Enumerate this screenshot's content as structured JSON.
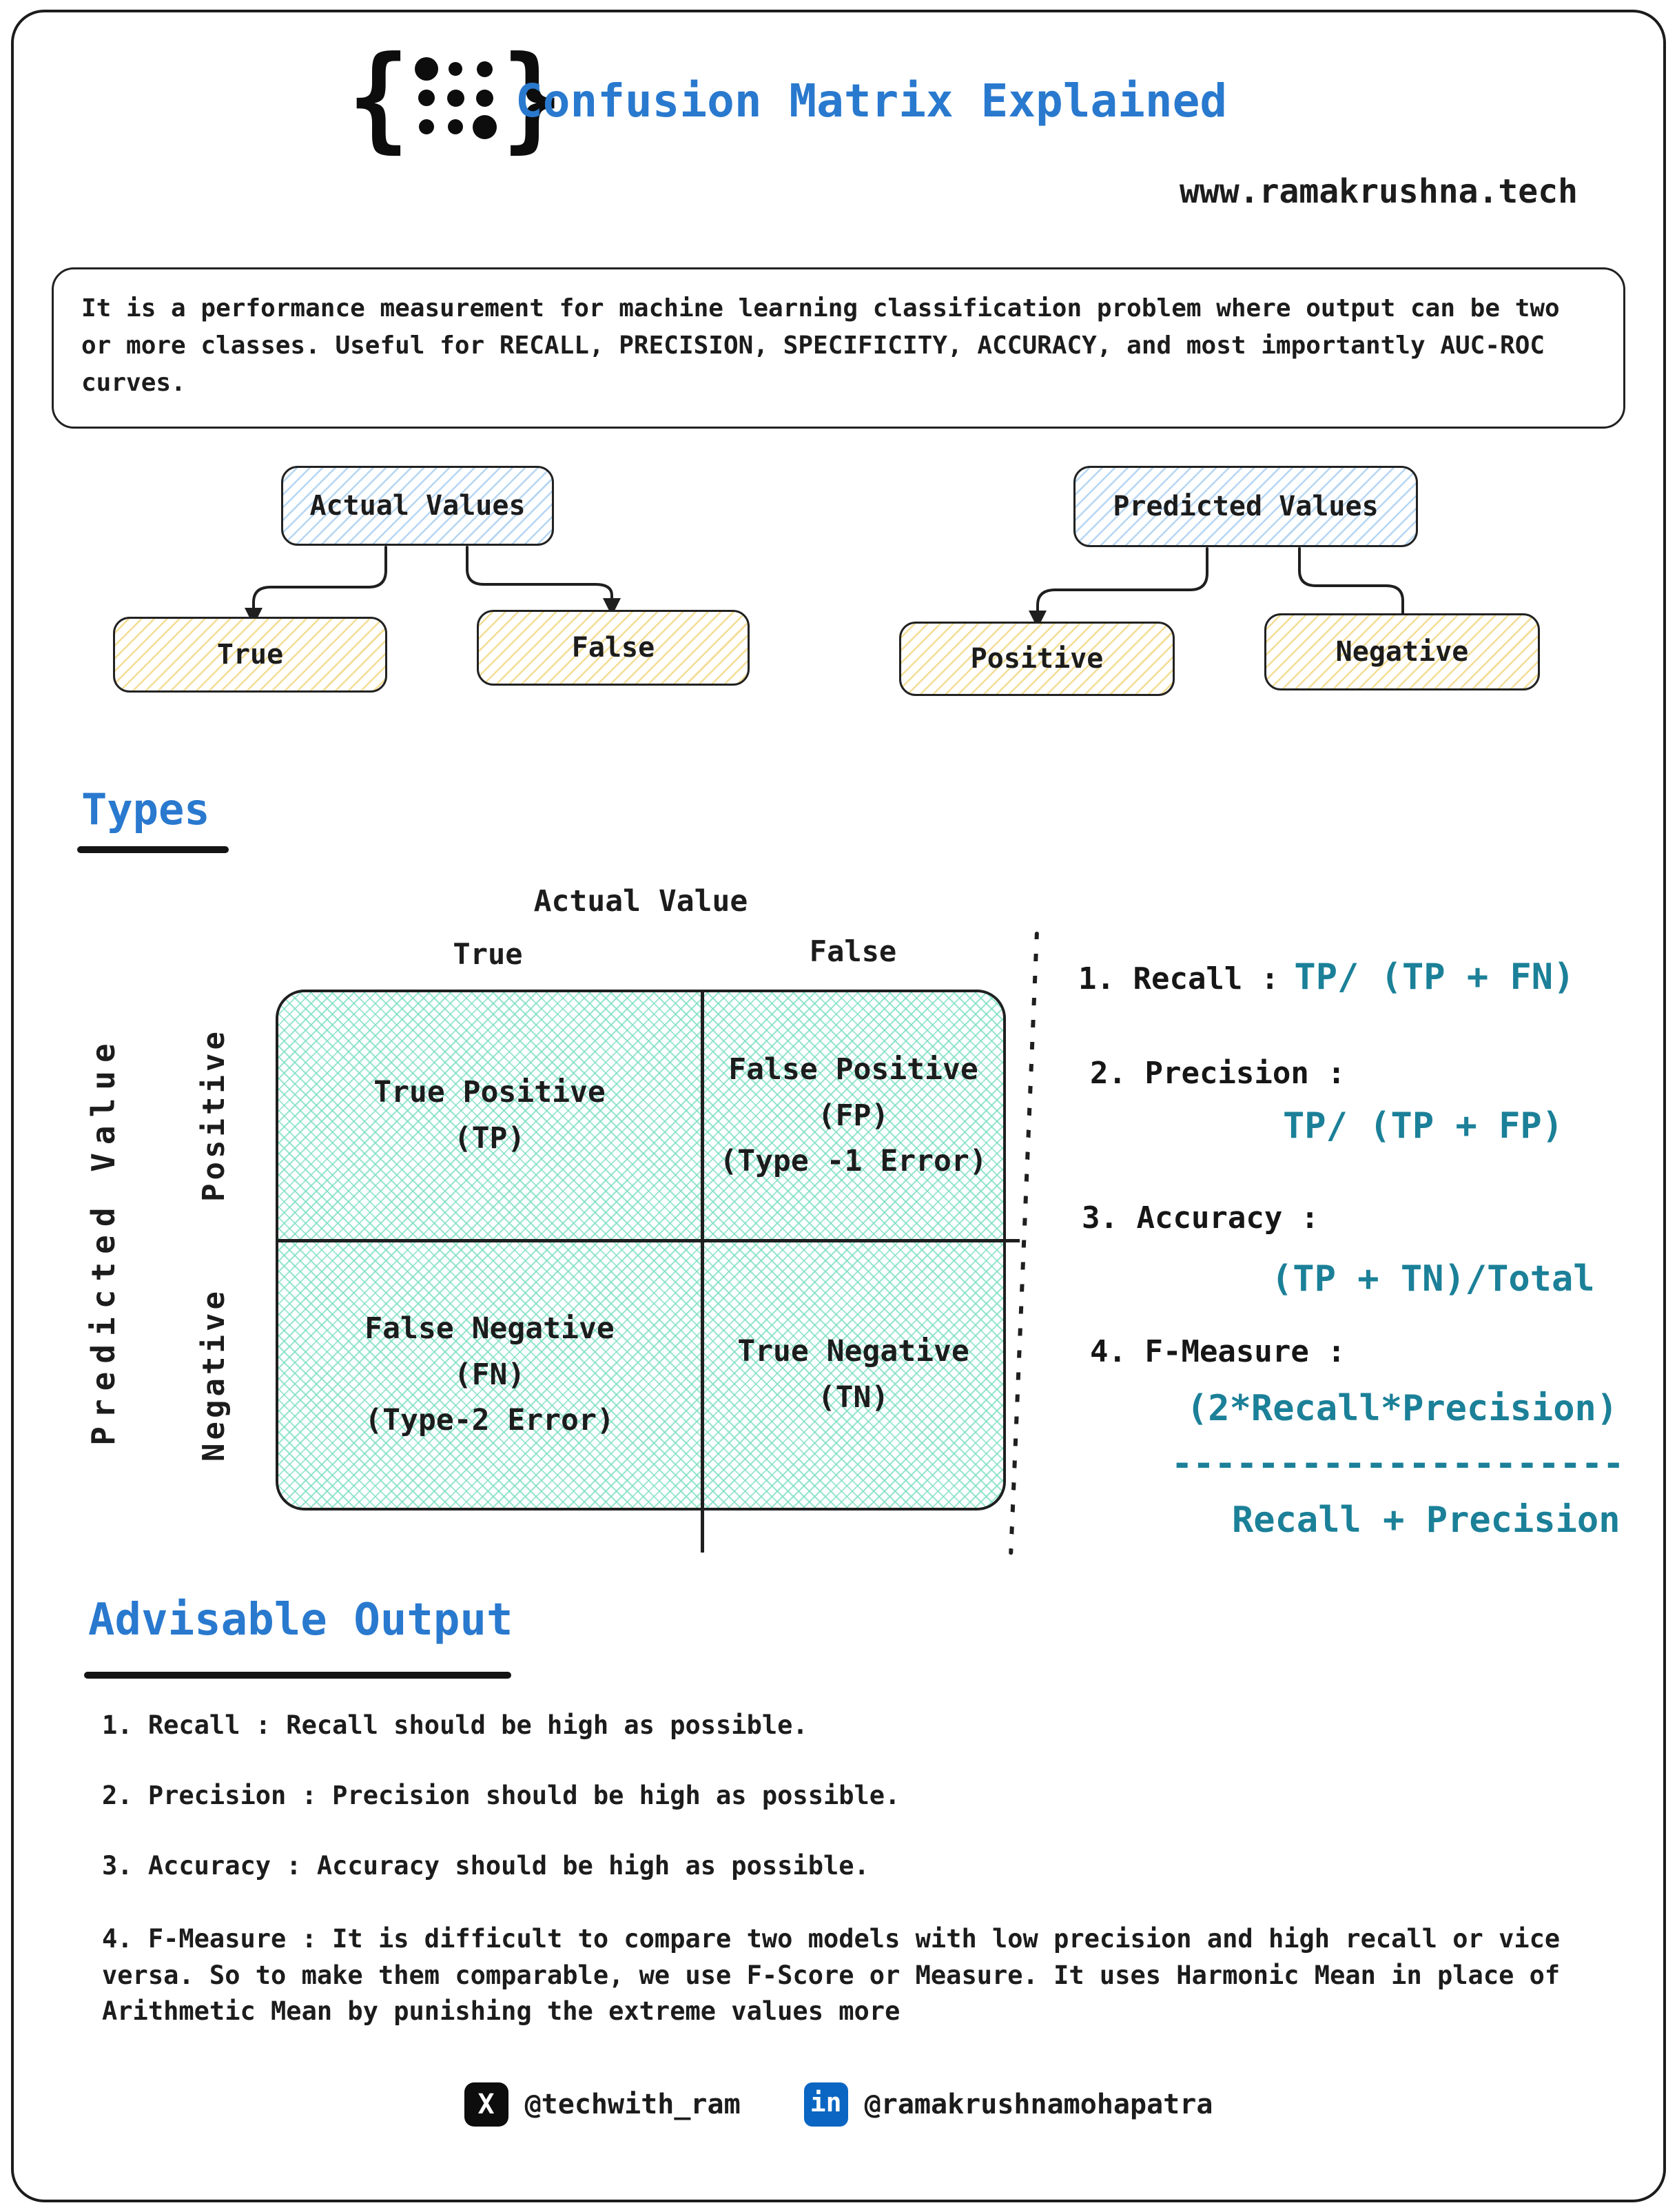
{
  "header": {
    "title": "Confusion Matrix Explained",
    "website": "www.ramakrushna.tech",
    "logo": {
      "brace_left": "{",
      "brace_right": "}"
    }
  },
  "description": "It is a performance measurement for machine learning classification problem where output can be two or more classes. Useful for RECALL, PRECISION, SPECIFICITY, ACCURACY, and most importantly AUC-ROC curves.",
  "flow": {
    "actual": {
      "parent": "Actual Values",
      "children": [
        "True",
        "False"
      ]
    },
    "predicted": {
      "parent": "Predicted Values",
      "children": [
        "Positive",
        "Negative"
      ]
    }
  },
  "types": {
    "heading": "Types",
    "matrix": {
      "top_axis": "Actual Value",
      "left_axis": "Predicted Value",
      "col_labels": [
        "True",
        "False"
      ],
      "row_labels": [
        "Positive",
        "Negative"
      ],
      "cells": {
        "tp": [
          "True Positive",
          "(TP)"
        ],
        "fp": [
          "False Positive",
          "(FP)",
          "(Type -1 Error)"
        ],
        "fn": [
          "False Negative",
          "(FN)",
          "(Type-2 Error)"
        ],
        "tn": [
          "True Negative",
          "(TN)"
        ]
      }
    },
    "formulas": [
      {
        "label": "1. Recall :",
        "formula": "TP/ (TP + FN)"
      },
      {
        "label": "2. Precision :",
        "formula": "TP/ (TP + FP)"
      },
      {
        "label": "3. Accuracy :",
        "formula": "(TP + TN)/Total"
      },
      {
        "label": "4. F-Measure :",
        "numerator": "(2*Recall*Precision)",
        "divider": "---------------------",
        "denominator": "Recall + Precision"
      }
    ]
  },
  "advisable": {
    "heading": "Advisable Output",
    "items": [
      "1. Recall : Recall should be high as possible.",
      "2. Precision : Precision should be high as possible.",
      "3. Accuracy : Accuracy should be high as possible.",
      "4. F-Measure : It is difficult to compare two models with low precision and high recall or vice versa. So to make them comparable, we use F-Score or Measure. It uses Harmonic Mean in place of Arithmetic Mean by punishing the extreme values more"
    ]
  },
  "footer": {
    "x_handle": "@techwith_ram",
    "linkedin_handle": "@ramakrushnamohapatra",
    "x_glyph": "X",
    "in_glyph": "in"
  },
  "colors": {
    "accent_blue": "#2979CE",
    "formula_teal": "#1B8098",
    "linkedin_blue": "#0A66C2",
    "matrix_hatch_mint": "#7EDFC3",
    "box_hatch_blue": "#B5D6F3",
    "box_hatch_yellow": "#F4DD94"
  }
}
